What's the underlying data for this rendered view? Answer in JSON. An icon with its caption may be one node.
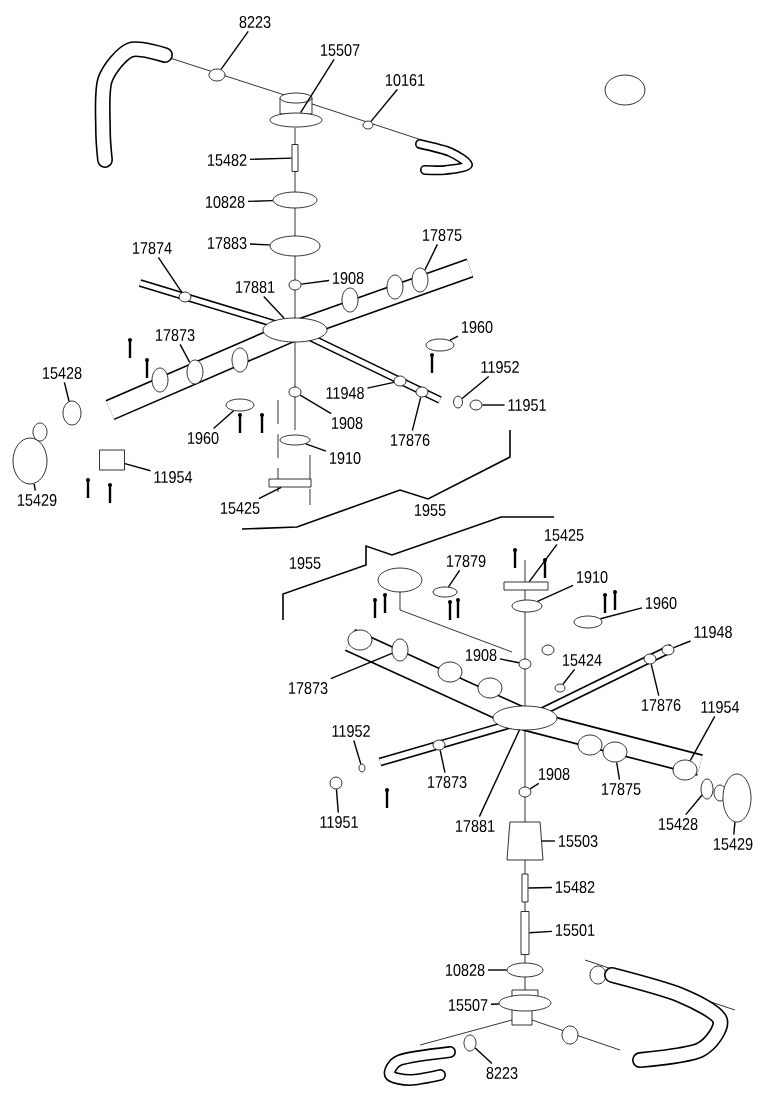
{
  "diagram": {
    "nodes": [
      {
        "text": [
          "8223"
        ]
      },
      {
        "text": [
          "15507"
        ]
      },
      {
        "text": [
          "10161"
        ]
      },
      {
        "text": [
          "15482"
        ]
      },
      {
        "text": [
          "10828"
        ]
      },
      {
        "text": [
          "17883"
        ]
      },
      {
        "text": [
          "17874"
        ]
      },
      {
        "text": [
          "17875"
        ]
      },
      {
        "text": [
          "17881"
        ]
      },
      {
        "text": [
          "1908"
        ]
      },
      {
        "text": [
          "1960"
        ]
      },
      {
        "text": [
          "17873"
        ]
      },
      {
        "text": [
          "15428"
        ]
      },
      {
        "text": [
          "11952"
        ]
      },
      {
        "text": [
          "11948"
        ]
      },
      {
        "text": [
          "11951"
        ]
      },
      {
        "text": [
          "1908"
        ]
      },
      {
        "text": [
          "1960"
        ]
      },
      {
        "text": [
          "17876"
        ]
      },
      {
        "text": [
          "1910"
        ]
      },
      {
        "text": [
          "11954"
        ]
      },
      {
        "text": [
          "15429"
        ]
      },
      {
        "text": [
          "15425"
        ]
      },
      {
        "text": [
          "17879"
        ]
      },
      {
        "text": [
          "15425"
        ]
      },
      {
        "text": [
          "1910"
        ]
      },
      {
        "text": [
          "1960"
        ]
      },
      {
        "text": [
          "11948"
        ]
      },
      {
        "text": [
          "1908"
        ]
      },
      {
        "text": [
          "15424"
        ]
      },
      {
        "text": [
          "17873"
        ]
      },
      {
        "text": [
          "17876"
        ]
      },
      {
        "text": [
          "11954"
        ]
      },
      {
        "text": [
          "11952"
        ]
      },
      {
        "text": [
          "17873"
        ]
      },
      {
        "text": [
          "1908"
        ]
      },
      {
        "text": [
          "17875"
        ]
      },
      {
        "text": [
          "11951"
        ]
      },
      {
        "text": [
          "17881"
        ]
      },
      {
        "text": [
          "15428"
        ]
      },
      {
        "text": [
          "15503"
        ]
      },
      {
        "text": [
          "15429"
        ]
      },
      {
        "text": [
          "15482"
        ]
      },
      {
        "text": [
          "15501"
        ]
      },
      {
        "text": [
          "10828"
        ]
      },
      {
        "text": [
          "15507"
        ]
      },
      {
        "text": [
          "8223"
        ]
      },
      {
        "text": [],
        "shape": "circle"
      },
      {
        "text": [],
        "shape": "circle"
      },
      {
        "text": [],
        "shape": "circle"
      },
      {
        "text": [],
        "shape": "box"
      },
      {
        "text": [],
        "shape": "circle"
      },
      {
        "text": [],
        "shape": "circle"
      },
      {
        "text": [],
        "shape": "circle"
      },
      {
        "text": [],
        "shape": "circle"
      },
      {
        "text": [],
        "shape": "circle"
      },
      {
        "text": [],
        "shape": "circle"
      },
      {
        "text": [],
        "shape": "circle"
      },
      {
        "text": [],
        "shape": "circle"
      },
      {
        "text": [],
        "shape": "circle"
      },
      {
        "text": [],
        "shape": "circle"
      },
      {
        "text": [],
        "shape": "circle"
      },
      {
        "text": [],
        "shape": "circle"
      },
      {
        "text": [],
        "shape": "circle"
      },
      {
        "text": [],
        "shape": "circle"
      },
      {
        "text": [],
        "shape": "circle"
      },
      {
        "text": [],
        "shape": "circle"
      },
      {
        "text": [],
        "shape": "box"
      },
      {
        "text": [],
        "shape": "circle"
      },
      {
        "text": [],
        "shape": "box"
      },
      {
        "text": [],
        "shape": "circle"
      },
      {
        "text": [],
        "shape": "box"
      },
      {
        "text": [],
        "shape": "circle"
      },
      {
        "text": [],
        "shape": "circle"
      },
      {
        "text": [],
        "shape": "circle"
      },
      {
        "text": [],
        "shape": "circle"
      },
      {
        "text": [],
        "shape": "circle"
      },
      {
        "text": [],
        "shape": "circle"
      },
      {
        "text": [],
        "shape": "circle"
      },
      {
        "text": [],
        "shape": "circle"
      },
      {
        "text": [],
        "shape": "circle"
      },
      {
        "text": [],
        "shape": "circle"
      },
      {
        "text": [],
        "shape": "circle"
      },
      {
        "text": [],
        "shape": "circle"
      },
      {
        "text": [],
        "shape": "circle"
      },
      {
        "text": [],
        "shape": "circle"
      },
      {
        "text": [],
        "shape": "circle"
      },
      {
        "text": [],
        "shape": "trapezium"
      },
      {
        "text": [],
        "shape": "circle"
      },
      {
        "text": [],
        "shape": "box"
      },
      {
        "text": [],
        "shape": "box"
      },
      {
        "text": [],
        "shape": "circle"
      },
      {
        "text": [],
        "shape": "circle"
      },
      {
        "text": [],
        "shape": "circle"
      }
    ],
    "edges": [
      {
        "from": 0,
        "to": 47,
        "arrow": "none"
      },
      {
        "from": 1,
        "to": 48,
        "arrow": "none"
      },
      {
        "from": 2,
        "to": 49,
        "arrow": "none"
      },
      {
        "from": 3,
        "to": 50,
        "arrow": "none"
      },
      {
        "from": 4,
        "to": 51,
        "arrow": "none"
      },
      {
        "from": 5,
        "to": 52,
        "arrow": "none"
      },
      {
        "from": 6,
        "to": 53,
        "arrow": "none"
      },
      {
        "from": 7,
        "to": 54,
        "arrow": "none"
      },
      {
        "from": 8,
        "to": 55,
        "arrow": "none"
      },
      {
        "from": 9,
        "to": 56,
        "arrow": "none"
      },
      {
        "from": 10,
        "to": 57,
        "arrow": "none"
      },
      {
        "from": 11,
        "to": 58,
        "arrow": "none"
      },
      {
        "from": 12,
        "to": 59,
        "arrow": "none"
      },
      {
        "from": 13,
        "to": 60,
        "arrow": "none"
      },
      {
        "from": 14,
        "to": 61,
        "arrow": "none"
      },
      {
        "from": 15,
        "to": 62,
        "arrow": "none"
      },
      {
        "from": 16,
        "to": 63,
        "arrow": "none"
      },
      {
        "from": 17,
        "to": 64,
        "arrow": "none"
      },
      {
        "from": 18,
        "to": 65,
        "arrow": "none"
      },
      {
        "from": 19,
        "to": 66,
        "arrow": "none"
      },
      {
        "from": 20,
        "to": 67,
        "arrow": "none"
      },
      {
        "from": 21,
        "to": 68,
        "arrow": "none"
      },
      {
        "from": 22,
        "to": 69,
        "arrow": "none"
      },
      {
        "from": 23,
        "to": 70,
        "arrow": "none"
      },
      {
        "from": 24,
        "to": 71,
        "arrow": "none"
      },
      {
        "from": 25,
        "to": 72,
        "arrow": "none"
      },
      {
        "from": 26,
        "to": 73,
        "arrow": "none"
      },
      {
        "from": 27,
        "to": 74,
        "arrow": "none"
      },
      {
        "from": 28,
        "to": 75,
        "arrow": "none"
      },
      {
        "from": 29,
        "to": 76,
        "arrow": "none"
      },
      {
        "from": 30,
        "to": 77,
        "arrow": "none"
      },
      {
        "from": 31,
        "to": 78,
        "arrow": "none"
      },
      {
        "from": 32,
        "to": 79,
        "arrow": "none"
      },
      {
        "from": 33,
        "to": 80,
        "arrow": "none"
      },
      {
        "from": 34,
        "to": 81,
        "arrow": "none"
      },
      {
        "from": 35,
        "to": 82,
        "arrow": "none"
      },
      {
        "from": 36,
        "to": 83,
        "arrow": "none"
      },
      {
        "from": 37,
        "to": 84,
        "arrow": "none"
      },
      {
        "from": 38,
        "to": 85,
        "arrow": "none"
      },
      {
        "from": 39,
        "to": 86,
        "arrow": "none"
      },
      {
        "from": 40,
        "to": 87,
        "arrow": "none"
      },
      {
        "from": 41,
        "to": 88,
        "arrow": "none"
      },
      {
        "from": 42,
        "to": 89,
        "arrow": "none"
      },
      {
        "from": 43,
        "to": 90,
        "arrow": "none"
      },
      {
        "from": 44,
        "to": 91,
        "arrow": "none"
      },
      {
        "from": 45,
        "to": 92,
        "arrow": "none"
      },
      {
        "from": 46,
        "to": 93,
        "arrow": "none"
      }
    ],
    "labels": [
      "1955",
      "1955"
    ]
  }
}
